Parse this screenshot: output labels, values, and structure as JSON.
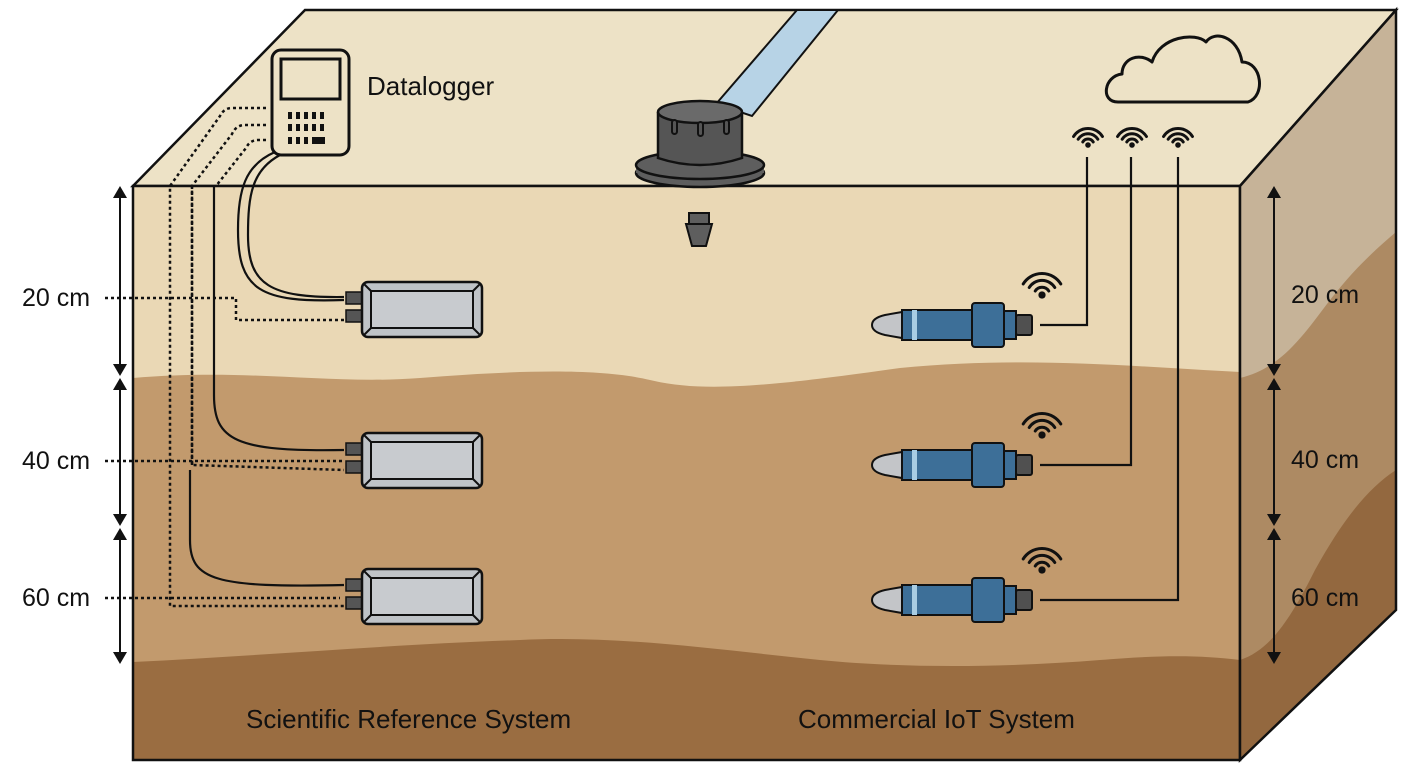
{
  "diagram": {
    "title": "Soil moisture sensor comparison setup",
    "datalogger": {
      "label": "Datalogger"
    },
    "depth_labels_left": [
      "20 cm",
      "40 cm",
      "60 cm"
    ],
    "depth_labels_right": [
      "20 cm",
      "40 cm",
      "60 cm"
    ],
    "systems": {
      "left": "Scientific Reference System",
      "right": "Commercial IoT System"
    },
    "colors": {
      "top_surface": "#ede2c6",
      "layer_1": "#ead8b5",
      "layer_2": "#c29a6d",
      "layer_3": "#9a6d41",
      "side_1": "#c6b398",
      "side_2": "#ad8a63",
      "side_3": "#93683f",
      "sensor_gray": "#bfc3c7",
      "probe_blue": "#3d6f98",
      "water": "#b7d3e6",
      "dripper": "#5e5e5e"
    },
    "icons": [
      "datalogger-icon",
      "cloud-icon",
      "wifi-icon",
      "dripper-icon",
      "reference-sensor",
      "iot-probe"
    ]
  }
}
